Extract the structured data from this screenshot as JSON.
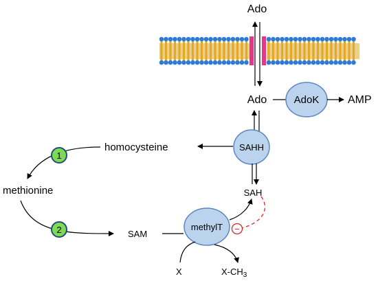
{
  "labels": {
    "ado_top": "Ado",
    "ado": "Ado",
    "amp": "AMP",
    "homocysteine": "homocysteine",
    "methionine": "methionine",
    "sam": "SAM",
    "sah": "SAH",
    "x": "X",
    "x_ch3": "X-CH",
    "x_ch3_sub": "3"
  },
  "enzymes": {
    "adok": "AdoK",
    "sahh": "SAHH",
    "methylt": "methylT"
  },
  "steps": {
    "step1": "1",
    "step2": "2"
  },
  "inhibition": {
    "symbol": "−"
  },
  "colors": {
    "enzyme_fill": "#bcd3ee",
    "enzyme_stroke": "#5b86c0",
    "step_fill": "#7ed957",
    "step_stroke": "#1f4e79",
    "membrane_head": "#2e7bd6",
    "membrane_tail": "#e0a92a",
    "channel": "#e7358c",
    "inhibition": "#e02020"
  }
}
